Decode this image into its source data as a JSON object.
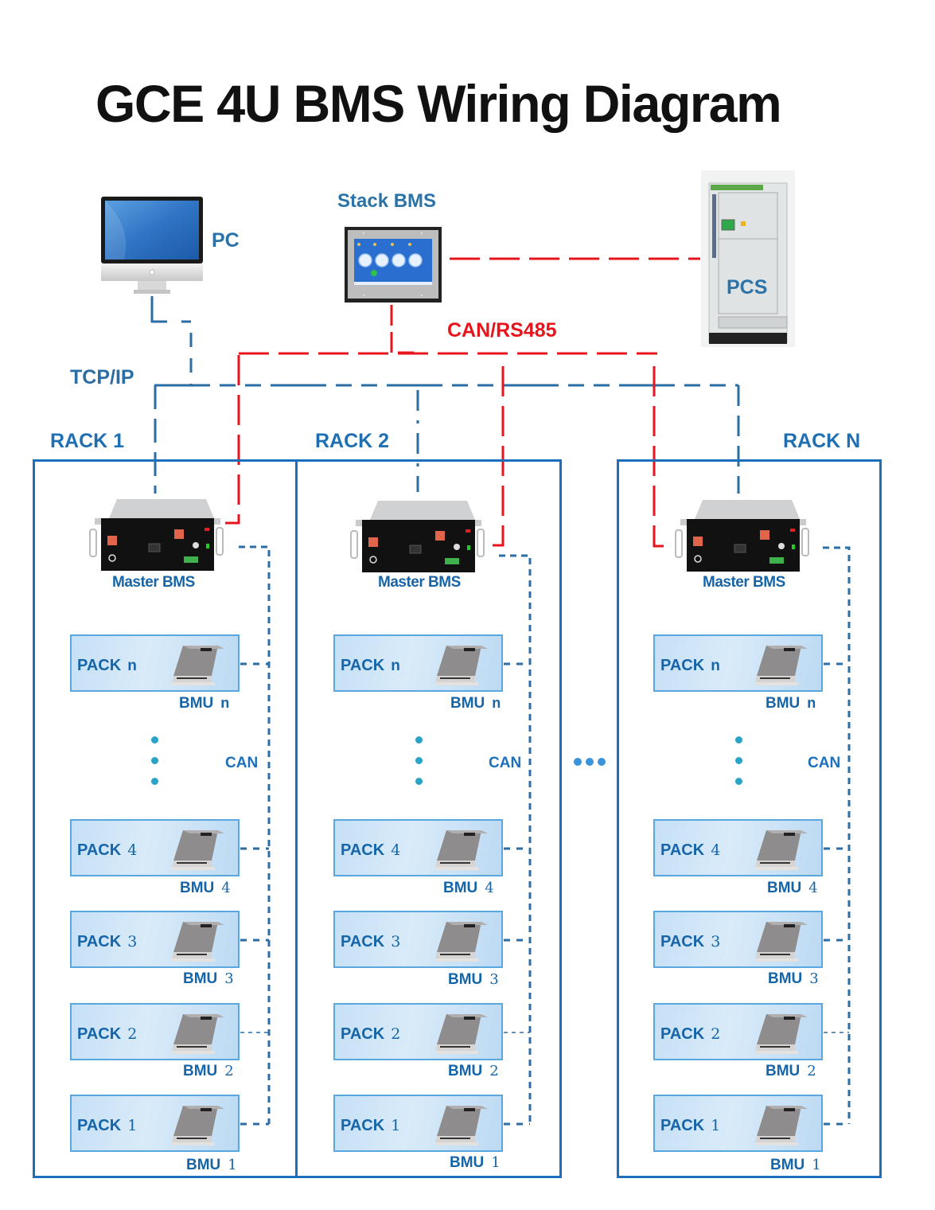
{
  "title": "GCE 4U BMS Wiring Diagram",
  "devices": {
    "pc": {
      "label": "PC",
      "icon": "desktop-monitor-icon"
    },
    "stack_bms": {
      "label": "Stack BMS",
      "icon": "touchscreen-panel-icon"
    },
    "pcs": {
      "label": "PCS",
      "icon": "power-cabinet-icon"
    }
  },
  "links": {
    "tcp_ip": "TCP/IP",
    "can_rs485": "CAN/RS485",
    "can": "CAN"
  },
  "colors": {
    "tcp_line": "#2b6ea6",
    "can_rs485_line": "#e8141c",
    "rack_border": "#1b6fbd",
    "label_blue": "#1565a8",
    "pack_fill": "#c6e0f6"
  },
  "racks": [
    {
      "label": "RACK 1",
      "master_label": "Master BMS",
      "can_label": "CAN",
      "packs": [
        {
          "pack": "PACK",
          "index": "n",
          "bmu": "BMU"
        },
        {
          "pack": "PACK",
          "index": "4",
          "bmu": "BMU"
        },
        {
          "pack": "PACK",
          "index": "3",
          "bmu": "BMU"
        },
        {
          "pack": "PACK",
          "index": "2",
          "bmu": "BMU"
        },
        {
          "pack": "PACK",
          "index": "1",
          "bmu": "BMU"
        }
      ]
    },
    {
      "label": "RACK 2",
      "master_label": "Master BMS",
      "can_label": "CAN",
      "packs": [
        {
          "pack": "PACK",
          "index": "n",
          "bmu": "BMU"
        },
        {
          "pack": "PACK",
          "index": "4",
          "bmu": "BMU"
        },
        {
          "pack": "PACK",
          "index": "3",
          "bmu": "BMU"
        },
        {
          "pack": "PACK",
          "index": "2",
          "bmu": "BMU"
        },
        {
          "pack": "PACK",
          "index": "1",
          "bmu": "BMU"
        }
      ]
    },
    {
      "label": "RACK N",
      "master_label": "Master BMS",
      "can_label": "CAN",
      "packs": [
        {
          "pack": "PACK",
          "index": "n",
          "bmu": "BMU"
        },
        {
          "pack": "PACK",
          "index": "4",
          "bmu": "BMU"
        },
        {
          "pack": "PACK",
          "index": "3",
          "bmu": "BMU"
        },
        {
          "pack": "PACK",
          "index": "2",
          "bmu": "BMU"
        },
        {
          "pack": "PACK",
          "index": "1",
          "bmu": "BMU"
        }
      ]
    }
  ]
}
